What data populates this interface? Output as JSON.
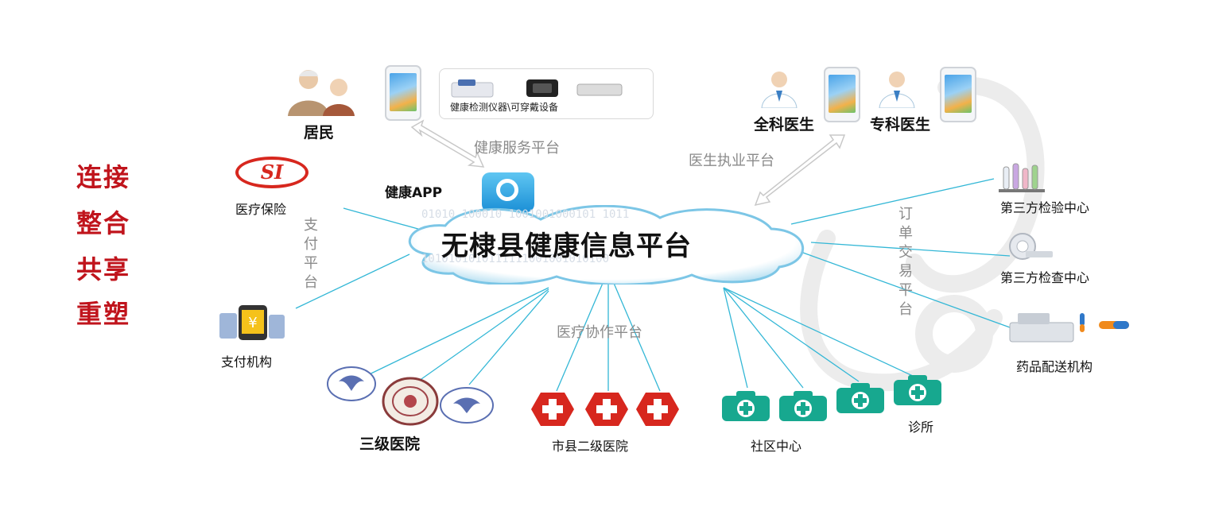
{
  "slogans": [
    "连接",
    "整合",
    "共享",
    "重塑"
  ],
  "center": {
    "title": "无棣县健康信息平台",
    "binary_top": "01010 100010 1001001000101 1011",
    "binary_bottom": "1010101010111111001001010100"
  },
  "nodes": {
    "residents": "居民",
    "devices": "健康检测仪器\\可穿戴设备",
    "health_app": "健康APP",
    "general_doctor": "全科医生",
    "specialist_doctor": "专科医生",
    "medical_insurance": "医疗保险",
    "payment_org": "支付机构",
    "third_party_lab": "第三方检验中心",
    "third_party_exam": "第三方检查中心",
    "drug_delivery": "药品配送机构",
    "tier3_hospital": "三级医院",
    "county_hospital": "市县二级医院",
    "community_center": "社区中心",
    "clinic": "诊所"
  },
  "platforms": {
    "health_service": "健康服务平台",
    "doctor_practice": "医生执业平台",
    "payment": "支付平台",
    "order_trade": "订单交易平台",
    "medical_collab": "医疗协作平台"
  },
  "icons": {
    "insurance_logo_text": "SI"
  },
  "colors": {
    "slogan_red": "#c0141c",
    "line_cyan": "#33b7d6",
    "platform_gray": "#8a8a8a",
    "cross_red": "#d7271e",
    "clinic_green": "#17a88f"
  }
}
